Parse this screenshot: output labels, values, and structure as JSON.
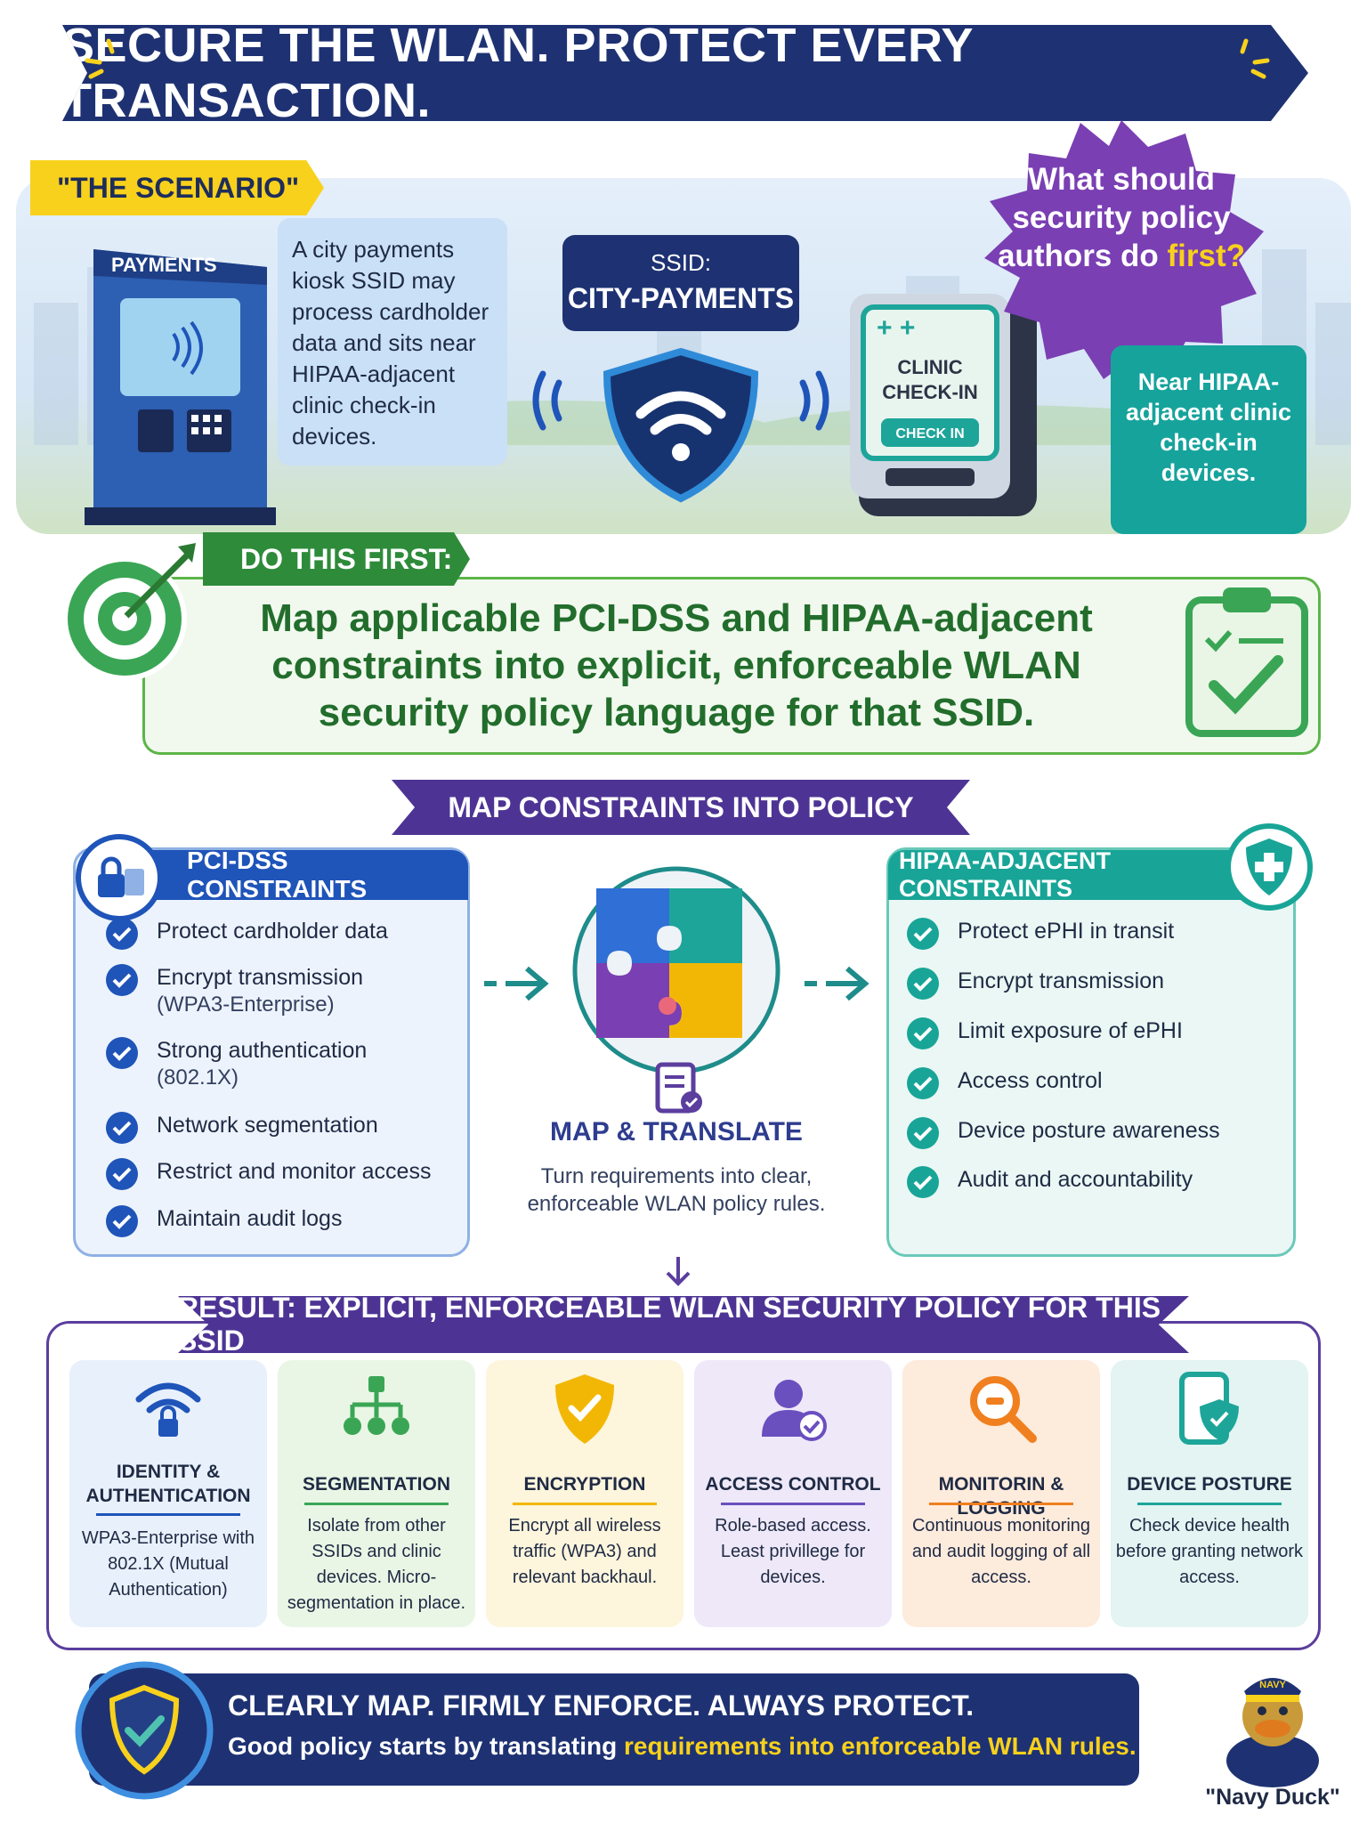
{
  "title": "SECURE THE WLAN. PROTECT EVERY TRANSACTION.",
  "scenario": {
    "tag": "\"THE SCENARIO\"",
    "kiosk_label": "PAYMENTS",
    "description": "A city payments kiosk SSID may process cardholder data and sits near HIPAA-adjacent clinic check-in devices.",
    "ssid_label": "SSID:",
    "ssid_name": "CITY-PAYMENTS",
    "clinic_screen": "CLINIC CHECK-IN",
    "clinic_button": "CHECK IN",
    "question_main": "What should security policy authors do",
    "question_highlight": "first?",
    "near_box": "Near HIPAA-adjacent clinic check-in devices."
  },
  "do_first": {
    "tag": "DO THIS FIRST:",
    "text": "Map applicable PCI-DSS and HIPAA-adjacent constraints into explicit, enforceable WLAN security policy language for that SSID."
  },
  "map_header": "MAP CONSTRAINTS INTO POLICY",
  "pci": {
    "title": "PCI-DSS CONSTRAINTS",
    "items": [
      {
        "main": "Protect cardholder data",
        "sub": ""
      },
      {
        "main": "Encrypt transmission",
        "sub": "(WPA3-Enterprise)"
      },
      {
        "main": "Strong authentication",
        "sub": "(802.1X)"
      },
      {
        "main": "Network segmentation",
        "sub": ""
      },
      {
        "main": "Restrict and monitor access",
        "sub": ""
      },
      {
        "main": "Maintain audit logs",
        "sub": ""
      }
    ]
  },
  "middle": {
    "title": "MAP & TRANSLATE",
    "desc": "Turn requirements into clear, enforceable WLAN policy rules."
  },
  "hipaa": {
    "title": "HIPAA-ADJACENT CONSTRAINTS",
    "items": [
      "Protect ePHI in transit",
      "Encrypt transmission",
      "Limit exposure of ePHI",
      "Access control",
      "Device posture awareness",
      "Audit and accountability"
    ]
  },
  "result": {
    "header": "RESULT: EXPLICIT, ENFORCEABLE WLAN SECURITY POLICY FOR THIS SSID",
    "cards": [
      {
        "title": "IDENTITY & AUTHENTICATION",
        "desc": "WPA3-Enterprise with 802.1X (Mutual Authentication)",
        "icon": "wifi-lock-icon",
        "accent": "#1f54b9"
      },
      {
        "title": "SEGMENTATION",
        "desc": "Isolate from other SSIDs and clinic devices. Micro-segmentation in place.",
        "icon": "network-tree-icon",
        "accent": "#3aa655"
      },
      {
        "title": "ENCRYPTION",
        "desc": "Encrypt all wireless traffic (WPA3) and relevant backhaul.",
        "icon": "shield-check-icon",
        "accent": "#f2b705"
      },
      {
        "title": "ACCESS CONTROL",
        "desc": "Role-based access. Least privillege for devices.",
        "icon": "user-check-icon",
        "accent": "#6a4fbf"
      },
      {
        "title": "MONITORIN & LOGGING",
        "desc": "Continuous monitoring and audit logging of all access.",
        "icon": "magnifier-icon",
        "accent": "#f07f1f"
      },
      {
        "title": "DEVICE POSTURE",
        "desc": "Check device health before granting network access.",
        "icon": "device-shield-icon",
        "accent": "#1ea59a"
      }
    ]
  },
  "footer": {
    "line1": "CLEARLY MAP. FIRMLY ENFORCE. ALWAYS PROTECT.",
    "line2_plain": "Good policy starts by translating",
    "line2_highlight": "requirements into enforceable WLAN rules.",
    "mascot_cap": "NAVY",
    "mascot_caption": "\"Navy Duck\""
  },
  "colors": {
    "navy": "#1e3273",
    "purple": "#4d3494",
    "green": "#2e8b3a",
    "teal": "#18a597",
    "yellow": "#f8d11c",
    "blue": "#1f54b9"
  }
}
